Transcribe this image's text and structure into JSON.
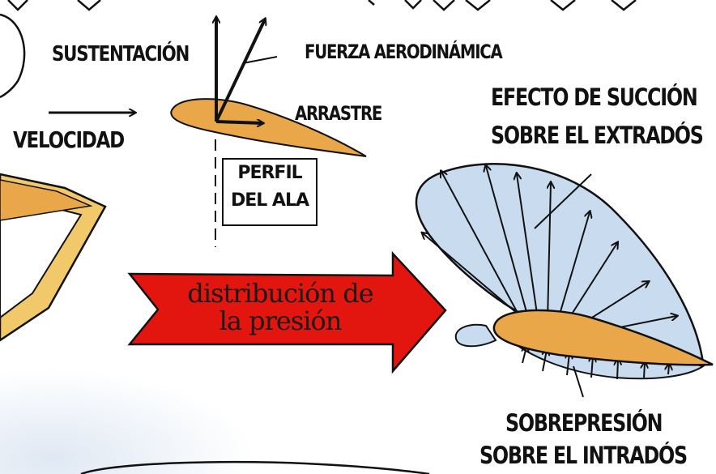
{
  "labels": {
    "lift": "SUSTENTACIÓN",
    "aero_force": "FUERZA AERODINÁMICA",
    "drag": "ARRASTRE",
    "velocity": "VELOCIDAD",
    "suction": [
      "EFECTO DE SUCCIÓN",
      "SOBRE EL EXTRADÓS"
    ],
    "airfoil_box": [
      "PERFIL",
      "DEL ALA"
    ],
    "overpressure": [
      "SOBREPRESIÓN",
      "SOBRE EL INTRADÓS"
    ]
  },
  "banner": {
    "lines": [
      "distribución de",
      "la presión"
    ]
  },
  "colors": {
    "airfoil": "#e9a74a",
    "pressure_field": "#c9dcef",
    "banner": "#e3150f",
    "ink": "#111111",
    "frame": "#f2c96a",
    "sky": "#dfe8f3"
  }
}
